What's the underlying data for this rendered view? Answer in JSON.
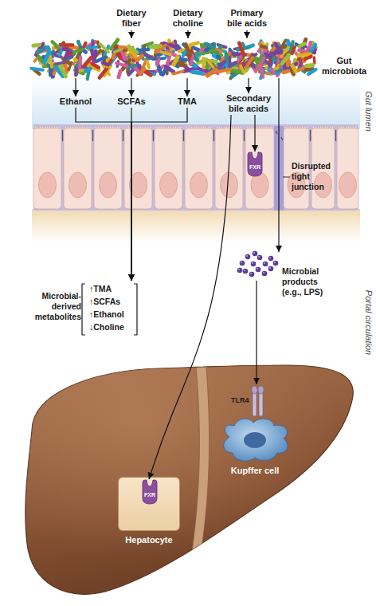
{
  "diagram": {
    "nodes": [
      {
        "text": [
          "Dietary fiber"
        ]
      },
      {
        "text": [
          "Dietary choline"
        ]
      },
      {
        "text": [
          "Primary bile acids"
        ]
      },
      {
        "text": [
          "Gut microbiota"
        ]
      },
      {
        "text": [
          "Ethanol"
        ]
      },
      {
        "text": [
          "SCFAs"
        ]
      },
      {
        "text": [
          "TMA"
        ]
      },
      {
        "text": [
          "Secondary bile acids"
        ]
      },
      {
        "text": [
          "FXR"
        ]
      },
      {
        "text": [
          "Microbial-derived metabolites",
          "↑TMA",
          "↑SCFAs",
          "↑Ethanol",
          "↓Choline"
        ]
      },
      {
        "text": [
          "Microbial products (e.g., LPS)"
        ]
      },
      {
        "text": [
          "Hepatocyte"
        ]
      },
      {
        "text": [
          "FXR"
        ],
        "in": 11
      },
      {
        "text": [
          "Kupffer cell"
        ]
      },
      {
        "text": [
          "TLR4"
        ],
        "in": 13
      }
    ],
    "edges": [
      {
        "from": 0,
        "to": 3,
        "arrow": "to"
      },
      {
        "from": 1,
        "to": 3,
        "arrow": "to"
      },
      {
        "from": 2,
        "to": 3,
        "arrow": "to"
      },
      {
        "from": 3,
        "to": 4,
        "arrow": "to"
      },
      {
        "from": 3,
        "to": 5,
        "arrow": "to"
      },
      {
        "from": 3,
        "to": 6,
        "arrow": "to"
      },
      {
        "from": 3,
        "to": 7,
        "arrow": "to"
      },
      {
        "from": 3,
        "to": 10,
        "arrow": "to"
      },
      {
        "from": 4,
        "to": 9,
        "arrow": "to"
      },
      {
        "from": 5,
        "to": 9,
        "arrow": "to"
      },
      {
        "from": 6,
        "to": 9,
        "arrow": "to"
      },
      {
        "from": 7,
        "to": 8,
        "arrow": "to"
      },
      {
        "from": 7,
        "to": 12,
        "arrow": "to"
      },
      {
        "from": 10,
        "to": 14,
        "arrow": "to"
      }
    ],
    "labels": [
      "Gut lumen",
      "Disrupted tight junction",
      "Portal circulation"
    ]
  }
}
